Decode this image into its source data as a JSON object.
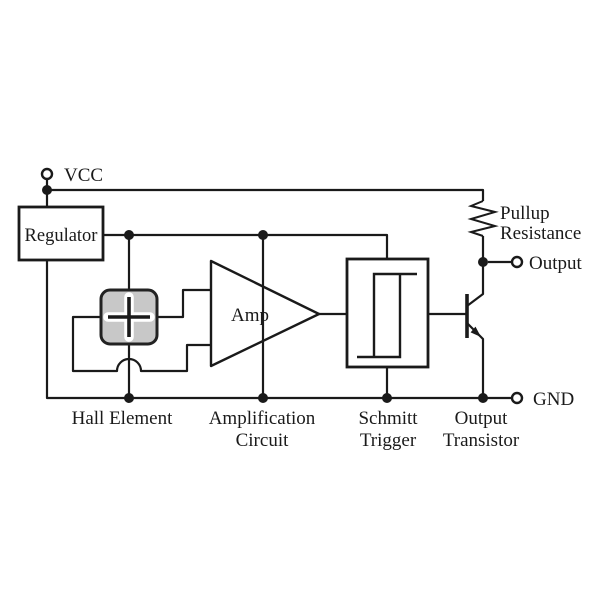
{
  "diagram": {
    "type": "circuit-block-diagram",
    "background_color": "#ffffff",
    "line_color": "#1a1a1a",
    "hall_fill_color": "#c8c8c8",
    "terminals": {
      "vcc": "VCC",
      "output": "Output",
      "gnd": "GND"
    },
    "blocks": {
      "regulator": "Regulator",
      "amp": "Amp",
      "pullup": {
        "line1": "Pullup",
        "line2": "Resistance"
      },
      "hall": "Hall Element",
      "amplification": {
        "line1": "Amplification",
        "line2": "Circuit"
      },
      "schmitt": {
        "line1": "Schmitt",
        "line2": "Trigger"
      },
      "output_transistor": {
        "line1": "Output",
        "line2": "Transistor"
      }
    },
    "icons": {
      "hall_symbol": "plus-icon",
      "schmitt_symbol": "hysteresis-icon",
      "pullup_symbol": "resistor-zigzag-icon",
      "transistor_symbol": "npn-transistor-icon",
      "terminal_symbol": "open-circle-terminal-icon",
      "junction_symbol": "junction-dot-icon"
    }
  }
}
